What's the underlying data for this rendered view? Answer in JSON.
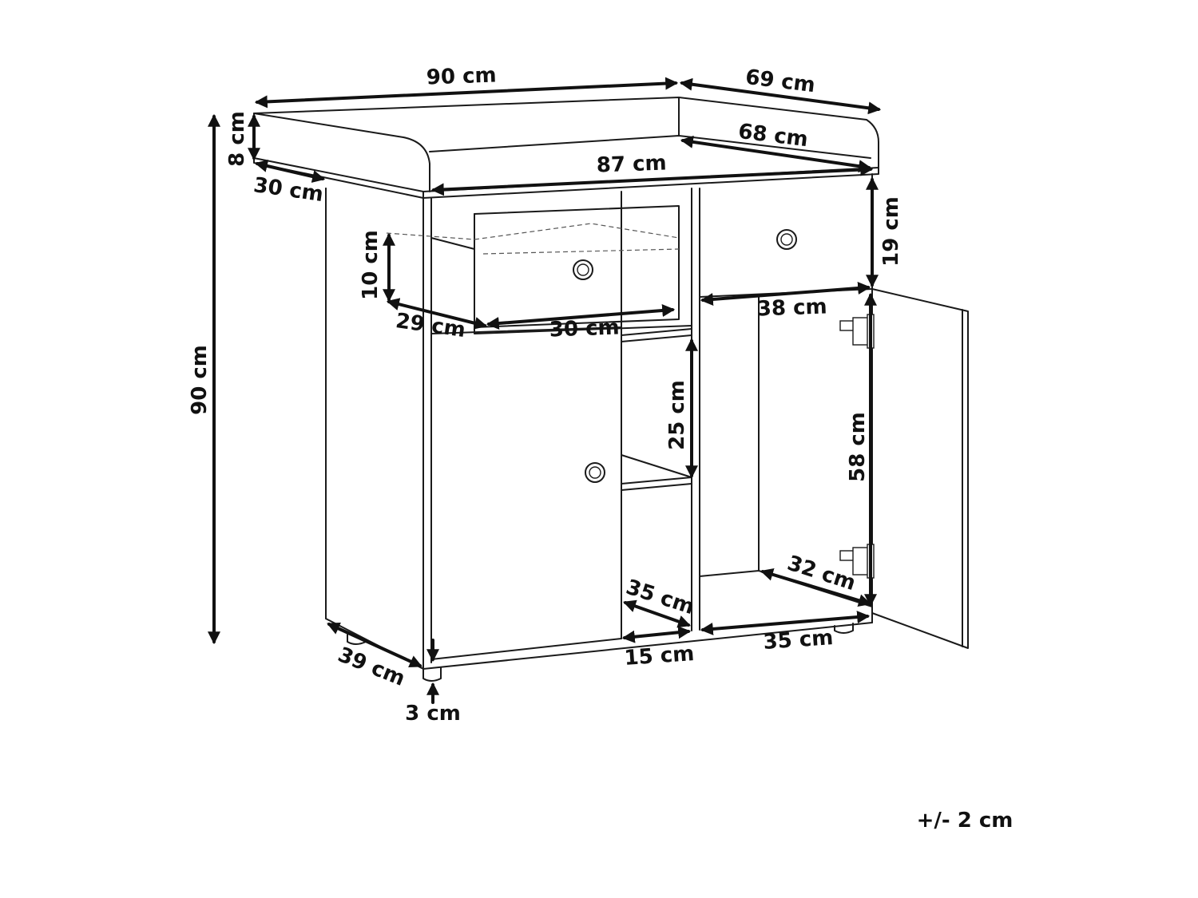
{
  "dimensions": {
    "total_width": "90 cm",
    "total_depth": "69 cm",
    "top_rim_height": "8 cm",
    "top_inner_depth": "68 cm",
    "top_inner_width": "87 cm",
    "rim_side_depth": "30 cm",
    "total_height": "90 cm",
    "drawer_right_height": "19 cm",
    "drawer_left_height": "10 cm",
    "drawer_left_depth": "29 cm",
    "drawer_left_width": "30 cm",
    "drawer_right_width": "38 cm",
    "shelf_height": "25 cm",
    "cabinet_inner_height": "58 cm",
    "cabinet_inner_depth": "32 cm",
    "shelf_depth": "35 cm",
    "shelf_width": "15 cm",
    "cabinet_inner_width": "35 cm",
    "base_depth": "39 cm",
    "leg_height": "3 cm"
  },
  "tolerance": "+/- 2 cm"
}
